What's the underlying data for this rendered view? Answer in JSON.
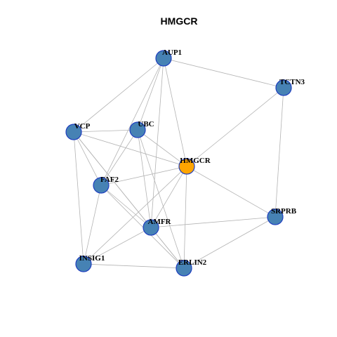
{
  "title": "HMGCR",
  "colors": {
    "node_fill": "#4682b4",
    "node_stroke": "#1f3fbf",
    "highlight_fill": "#ffa500",
    "edge": "#b3b3b3"
  },
  "nodes": [
    {
      "id": "AUP1",
      "label": "AUP1",
      "highlight": false
    },
    {
      "id": "TCTN3",
      "label": "TCTN3",
      "highlight": false
    },
    {
      "id": "VCP",
      "label": "VCP",
      "highlight": false
    },
    {
      "id": "UBC",
      "label": "UBC",
      "highlight": false
    },
    {
      "id": "HMGCR",
      "label": "HMGCR",
      "highlight": true
    },
    {
      "id": "FAF2",
      "label": "FAF2",
      "highlight": false
    },
    {
      "id": "SRPRB",
      "label": "SRPRB",
      "highlight": false
    },
    {
      "id": "AMFR",
      "label": "AMFR",
      "highlight": false
    },
    {
      "id": "INSIG1",
      "label": "INSIG1",
      "highlight": false
    },
    {
      "id": "ERLIN2",
      "label": "ERLIN2",
      "highlight": false
    }
  ],
  "edges": [
    [
      "AUP1",
      "TCTN3"
    ],
    [
      "AUP1",
      "VCP"
    ],
    [
      "AUP1",
      "UBC"
    ],
    [
      "AUP1",
      "FAF2"
    ],
    [
      "AUP1",
      "AMFR"
    ],
    [
      "AUP1",
      "HMGCR"
    ],
    [
      "TCTN3",
      "HMGCR"
    ],
    [
      "TCTN3",
      "SRPRB"
    ],
    [
      "VCP",
      "UBC"
    ],
    [
      "VCP",
      "HMGCR"
    ],
    [
      "VCP",
      "FAF2"
    ],
    [
      "VCP",
      "AMFR"
    ],
    [
      "VCP",
      "INSIG1"
    ],
    [
      "VCP",
      "ERLIN2"
    ],
    [
      "UBC",
      "HMGCR"
    ],
    [
      "UBC",
      "FAF2"
    ],
    [
      "UBC",
      "AMFR"
    ],
    [
      "UBC",
      "ERLIN2"
    ],
    [
      "HMGCR",
      "FAF2"
    ],
    [
      "HMGCR",
      "AMFR"
    ],
    [
      "HMGCR",
      "INSIG1"
    ],
    [
      "HMGCR",
      "SRPRB"
    ],
    [
      "HMGCR",
      "ERLIN2"
    ],
    [
      "FAF2",
      "AMFR"
    ],
    [
      "FAF2",
      "INSIG1"
    ],
    [
      "FAF2",
      "ERLIN2"
    ],
    [
      "SRPRB",
      "AMFR"
    ],
    [
      "SRPRB",
      "ERLIN2"
    ],
    [
      "AMFR",
      "INSIG1"
    ],
    [
      "AMFR",
      "ERLIN2"
    ],
    [
      "INSIG1",
      "ERLIN2"
    ]
  ]
}
